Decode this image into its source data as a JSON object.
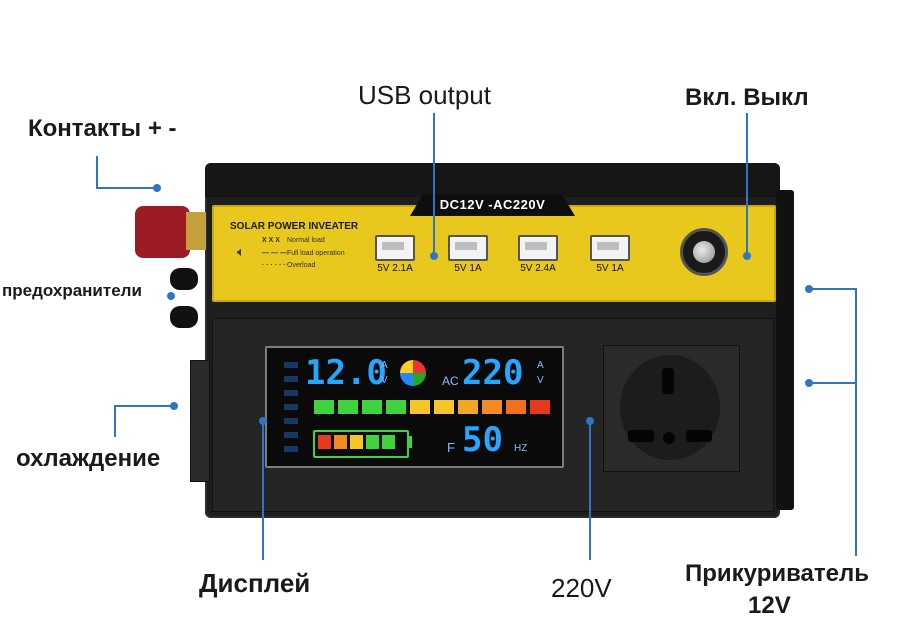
{
  "labels": {
    "usb_output": "USB output",
    "power_switch": "Вкл. Выкл",
    "contacts": "Контакты + -",
    "fuses": "предохранители",
    "cooling": "охлаждение",
    "display": "Дисплей",
    "outlet": "220V",
    "cigarette_line1": "Прикуриватель",
    "cigarette_line2": "12V"
  },
  "device": {
    "model": "DC12V -AC220V",
    "brand": "SOLAR POWER INVEATER",
    "legend": [
      {
        "mark": "X X X",
        "text": "Normal load"
      },
      {
        "mark": "— — —",
        "text": "Full load operation"
      },
      {
        "mark": "· · · · · ·",
        "text": "Overload"
      }
    ],
    "usb_ports": [
      "5V 2.1A",
      "5V 1A",
      "5V 2.4A",
      "5V 1A"
    ]
  },
  "screen": {
    "input_value": "12.0",
    "input_unit_top": "A",
    "input_unit_bottom": "V",
    "output_prefix": "AC",
    "output_value": "220",
    "output_unit_top": "A",
    "output_unit_bottom": "V",
    "freq_prefix": "F",
    "freq_value": "50",
    "freq_unit": "HZ"
  },
  "colors": {
    "accent_line": "#2e75c6",
    "panel_yellow": "#e8c81c",
    "segment_blue": "#27a6ff",
    "battery_green": "#3fd43b"
  }
}
